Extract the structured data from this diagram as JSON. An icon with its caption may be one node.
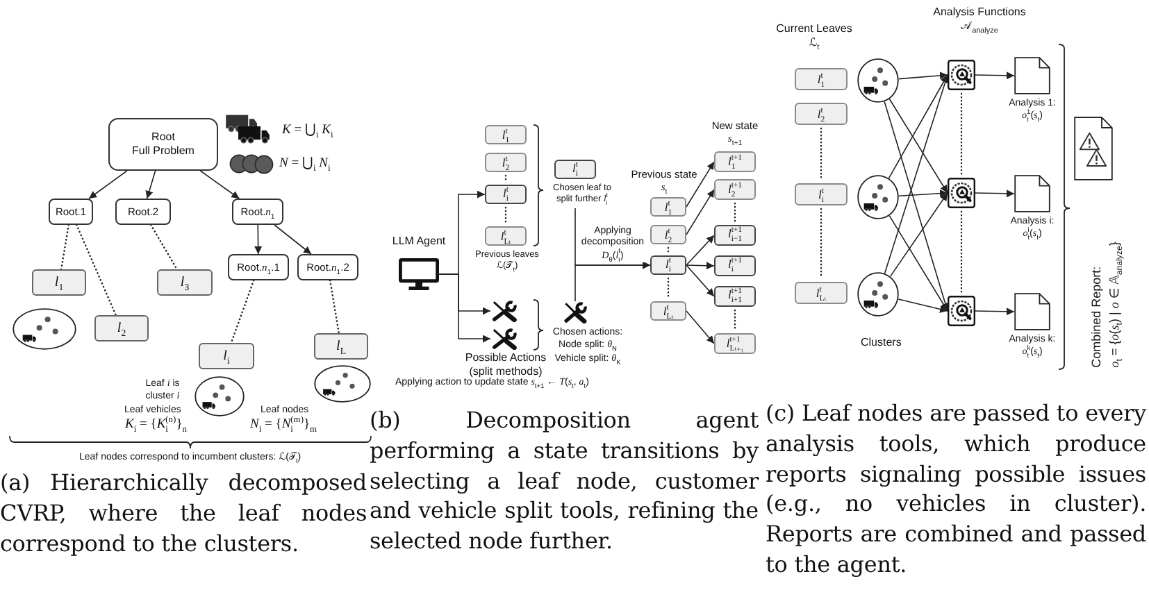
{
  "diagram": {
    "nodes": [
      {
        "text": [
          "Root",
          "Full Problem"
        ]
      },
      {
        "text": [
          "Root.1"
        ]
      },
      {
        "text": [
          "Root.2"
        ]
      },
      {
        "text": [
          "Root.*n*$_{1}$"
        ]
      },
      {
        "text": [
          "Root.*n*$_{1}$.1"
        ]
      },
      {
        "text": [
          "Root.*n*$_{1}$.2"
        ]
      },
      {
        "text": [
          "*l*$_{1}$"
        ]
      },
      {
        "text": [
          "*l*$_{2}$"
        ]
      },
      {
        "text": [
          "*l*$_{3}$"
        ]
      },
      {
        "text": [
          "*l*$_{i}$"
        ]
      },
      {
        "text": [
          "*l*$_{L}$"
        ]
      },
      {
        "text": [
          "LLM Agent"
        ]
      },
      {
        "text": [
          "*l*$_{1}$$^{t}$"
        ]
      },
      {
        "text": [
          "*l*$_{2}$$^{t}$"
        ]
      },
      {
        "text": [
          "*l*$_{i}$$^{t}$"
        ]
      },
      {
        "text": [
          "*l*$_{Lₜ}$$^{t}$"
        ]
      },
      {
        "text": [
          "*l*$_{i}$$^{t}$"
        ]
      },
      {
        "text": [
          "Chosen leaf to split further *l*$_{i}$$^{t}$"
        ]
      },
      {
        "text": [],
        "shape": "picture"
      },
      {
        "text": [],
        "shape": "picture"
      },
      {
        "text": [],
        "shape": "picture"
      },
      {
        "text": [
          "*l*$_{1}$$^{t}$"
        ]
      },
      {
        "text": [
          "*l*$_{2}$$^{t}$"
        ]
      },
      {
        "text": [
          "*l*$_{i}$$^{t}$"
        ]
      },
      {
        "text": [
          "*l*$_{Lₜ}$$^{t}$"
        ]
      },
      {
        "text": [
          "*l*$_{1}$$^{t+1}$"
        ]
      },
      {
        "text": [
          "*l*$_{2}$$^{t+1}$"
        ]
      },
      {
        "text": [
          "*l*$_{i−1}$$^{t+1}$"
        ]
      },
      {
        "text": [
          "*l*$_{i}$$^{t+1}$"
        ]
      },
      {
        "text": [
          "*l*$_{i+1}$$^{t+1}$"
        ]
      },
      {
        "text": [
          "*l*$_{Lₜ₊₁}$$^{t+1}$"
        ]
      },
      {
        "text": [
          "*l*$_{1}$$^{t}$"
        ]
      },
      {
        "text": [
          "*l*$_{2}$$^{t}$"
        ]
      },
      {
        "text": [
          "*l*$_{i}$$^{t}$"
        ]
      },
      {
        "text": [
          "*l*$_{Lₜ}$$^{t}$"
        ]
      },
      {
        "text": [],
        "shape": "circle"
      },
      {
        "text": [],
        "shape": "circle"
      },
      {
        "text": [],
        "shape": "circle"
      },
      {
        "text": [],
        "shape": "box"
      },
      {
        "text": [],
        "shape": "box"
      },
      {
        "text": [],
        "shape": "box"
      },
      {
        "text": [],
        "shape": "document",
        "beside": [
          "Analysis 1: *o*$_{t}$$^{1}$(*s*$_{t}$)"
        ]
      },
      {
        "text": [],
        "shape": "document",
        "beside": [
          "Analysis i: *o*$_{t}$$^{i}$(*s*$_{t}$)"
        ]
      },
      {
        "text": [],
        "shape": "document",
        "beside": [
          "Analysis k: *o*$_{t}$$^{k}$(*s*$_{t}$)"
        ]
      },
      {
        "text": [],
        "shape": "document",
        "beside": [
          "Combined Report:",
          "*o*$_{t}$ = {*o*(*s*$_{t}$) | *o* ∈ 𝔸$_{analyze}$}"
        ]
      }
    ],
    "edges": [
      {
        "from": 0,
        "to": 1,
        "arrow": "to"
      },
      {
        "from": 0,
        "to": 2,
        "arrow": "to"
      },
      {
        "from": 0,
        "to": 3,
        "arrow": "to"
      },
      {
        "from": 1,
        "to": 6,
        "arrow": "none",
        "style": "dashed"
      },
      {
        "from": 1,
        "to": 7,
        "arrow": "none",
        "style": "dashed"
      },
      {
        "from": 2,
        "to": 8,
        "arrow": "none",
        "style": "dashed"
      },
      {
        "from": 3,
        "to": 4,
        "arrow": "to"
      },
      {
        "from": 3,
        "to": 5,
        "arrow": "to"
      },
      {
        "from": 4,
        "to": 9,
        "arrow": "none",
        "style": "dashed"
      },
      {
        "from": 5,
        "to": 10,
        "arrow": "none",
        "style": "dashed"
      },
      {
        "from": 11,
        "to": 14,
        "arrow": "to"
      },
      {
        "from": 11,
        "to": 18,
        "arrow": "to"
      },
      {
        "from": 11,
        "to": 19,
        "arrow": "to"
      },
      {
        "from": 17,
        "to": 23,
        "arrow": "to"
      },
      {
        "from": 20,
        "to": 23,
        "arrow": "to",
        "label": "Applying decomposition *D*$_{θ}$(*l*$_{i}$$^{t}$)"
      },
      {
        "from": 21,
        "to": 25,
        "arrow": "to"
      },
      {
        "from": 22,
        "to": 26,
        "arrow": "to"
      },
      {
        "from": 23,
        "to": 27,
        "arrow": "to"
      },
      {
        "from": 23,
        "to": 28,
        "arrow": "to"
      },
      {
        "from": 23,
        "to": 29,
        "arrow": "to"
      },
      {
        "from": 24,
        "to": 30,
        "arrow": "to"
      },
      {
        "from": 35,
        "to": 38,
        "arrow": "to"
      },
      {
        "from": 35,
        "to": 39,
        "arrow": "to"
      },
      {
        "from": 35,
        "to": 40,
        "arrow": "to"
      },
      {
        "from": 36,
        "to": 38,
        "arrow": "to"
      },
      {
        "from": 36,
        "to": 39,
        "arrow": "to"
      },
      {
        "from": 36,
        "to": 40,
        "arrow": "to"
      },
      {
        "from": 37,
        "to": 38,
        "arrow": "to"
      },
      {
        "from": 37,
        "to": 39,
        "arrow": "to"
      },
      {
        "from": 37,
        "to": 40,
        "arrow": "to"
      },
      {
        "from": 38,
        "to": 41,
        "arrow": "to"
      },
      {
        "from": 39,
        "to": 42,
        "arrow": "to"
      },
      {
        "from": 40,
        "to": 43,
        "arrow": "to"
      }
    ],
    "labels": [
      "*K* = ⋃$_{i}$ *K*$_{i}$",
      "*N* = ⋃$_{i}$ *N*$_{i}$",
      "Leaf *i* is cluster *i*",
      "Leaf vehicles",
      "*K*$_{i}$ = {*K*$_{i}$$^{(n)}$}$_{n}$",
      "Leaf nodes",
      "*N*$_{i}$ = {*N*$_{i}$$^{(m)}$}$_{m}$",
      "Leaf nodes correspond to incumbent clusters: ℒ(𝒯$_{t}$)",
      "(a) Hierarchically decomposed CVRP, where the leaf nodes correspond to the clusters.",
      "Previous leaves ℒ(𝒯$_{t}$)",
      "New state *s*$_{t+1}$",
      "Previous state *s*$_{t}$",
      "Chosen actions: Node split: *θ*$_{N}$ Vehicle split: *θ*$_{K}$",
      "Possible Actions (split methods)",
      "Applying action to update state *s*$_{t+1}$ ← *T*(*s*$_{t}$, *a*$_{t}$)",
      "(b) Decomposition agent performing a state transitions by selecting a leaf node, customer and vehicle split tools, refining the selected node further.",
      "Current Leaves ℒ$_{t}$",
      "Analysis Functions 𝒜$_{analyze}$",
      "Clusters",
      "(c) Leaf nodes are passed to every analysis tools, which produce reports signaling possible issues (e.g., no vehicles in cluster). Reports are combined and passed to the agent."
    ]
  }
}
